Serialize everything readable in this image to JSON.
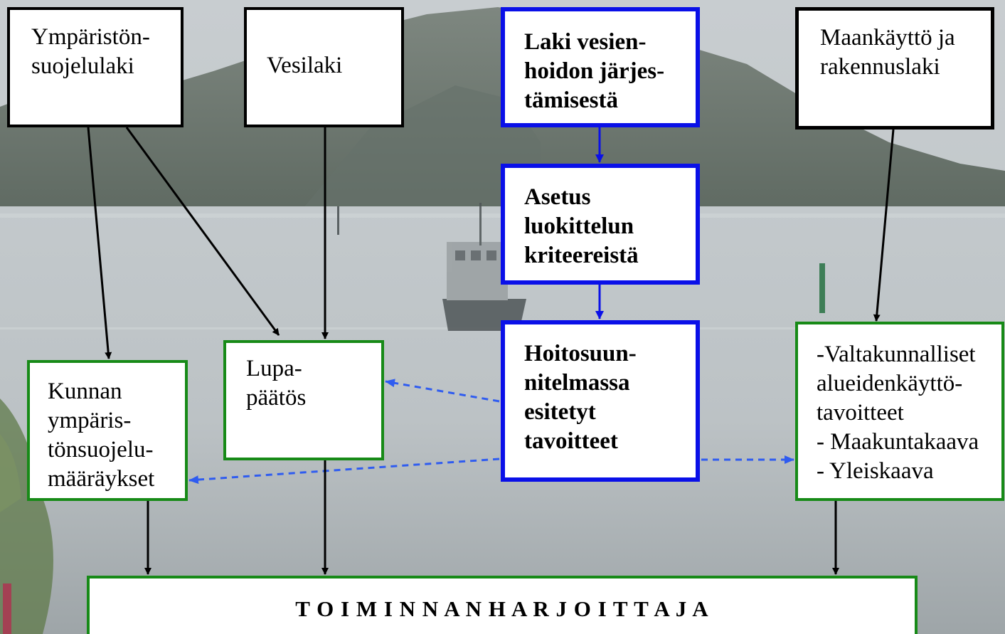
{
  "boxes": {
    "ymparistonsuojelulaki": "Ympäristön-\nsuojelulaki",
    "vesilaki": "Vesilaki",
    "laki_vesienhoito": "Laki vesien-\nhoidon järjes-\ntämisestä",
    "maankaytto": "Maankäyttö ja\nrakennuslaki",
    "asetus": "Asetus\nluokittelun\nkriteereistä",
    "hoitosuunnitelma": "Hoitosuun-\nnitelmassa\nesitetyt\ntavoitteet",
    "kunnan": "Kunnan\nympäris-\ntönsuojelu-\nmääräykset",
    "lupapaatos": "Lupa-\npäätös",
    "valtakunnalliset": "-Valtakunnalliset\nalueidenkäyttö-\ntavoitteet\n- Maakuntakaava\n- Yleiskaava",
    "toiminnanharjoittaja": "T O I M I N N A N H A R J O I T T A J A"
  },
  "colors": {
    "blue_border": "#0a10e8",
    "green_border": "#178a17",
    "black_border": "#000000",
    "dashed_arrow": "#2f5cf0"
  },
  "background": "landscape-lake-with-boat-photo"
}
